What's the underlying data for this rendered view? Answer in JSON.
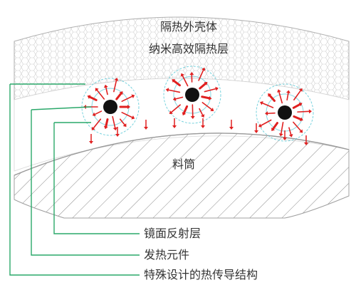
{
  "diagram": {
    "outer_layer": {
      "title": "隔热外壳体",
      "subtitle": "纳米高效隔热层"
    },
    "barrel_label": "料筒",
    "callouts": [
      "镜面反射层",
      "发热元件",
      "特殊设计的热传导结构"
    ],
    "heating_elements_count": 3,
    "colors": {
      "leader_line": "#2aa86a",
      "heat_arrow": "#e02020",
      "element_core": "#111111",
      "element_halo": "#56c8d6",
      "outline": "#9a9a9a"
    }
  }
}
